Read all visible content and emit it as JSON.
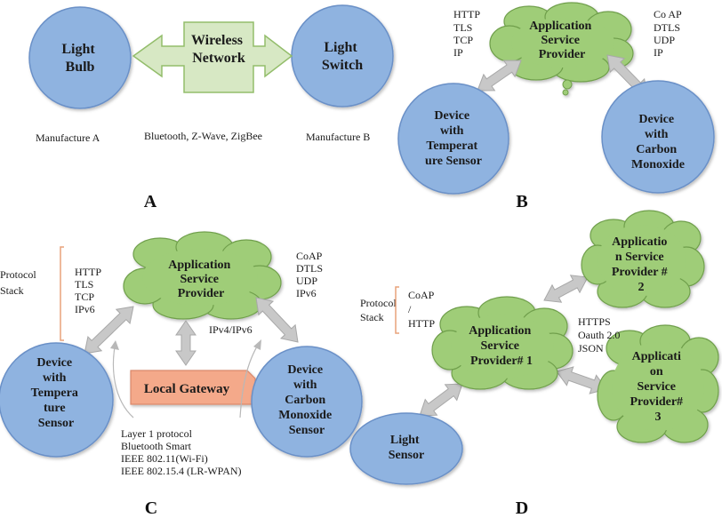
{
  "colors": {
    "circle_fill": "#8fb3e0",
    "circle_stroke": "#6a90c7",
    "cloud_fill": "#9fcd78",
    "cloud_stroke": "#6f9f4c",
    "arrow_fill": "#c8c8c8",
    "arrow_stroke": "#a8a8a8",
    "bracket": "#e8a27a",
    "gateway_fill": "#f4a98a",
    "gateway_stroke": "#d9876a",
    "net_arrow_fill": "#d7e8c4",
    "net_arrow_stroke": "#93bd6b"
  },
  "panel_a": {
    "label": "A",
    "bulb": [
      "Light",
      "Bulb"
    ],
    "switch": [
      "Light",
      "Switch"
    ],
    "network": [
      "Wireless",
      "Network"
    ],
    "manufacturer_a": "Manufacture A",
    "protocols": "Bluetooth, Z-Wave, ZigBee",
    "manufacturer_b": "Manufacture B"
  },
  "panel_b": {
    "label": "B",
    "cloud": [
      "Application",
      "Service",
      "Provider"
    ],
    "left_stack": [
      "HTTP",
      "TLS",
      "TCP",
      "IP"
    ],
    "right_stack": [
      "Co AP",
      "DTLS",
      "UDP",
      "IP"
    ],
    "temp_device": [
      "Device",
      "with",
      "Temperat",
      "ure Sensor"
    ],
    "co_device": [
      "Device",
      "with",
      "Carbon",
      "Monoxide"
    ]
  },
  "panel_c": {
    "label": "C",
    "stack_title": [
      "Protocol",
      "Stack"
    ],
    "left_stack": [
      "HTTP",
      "TLS",
      "TCP",
      "IPv6"
    ],
    "right_stack": [
      "CoAP",
      "DTLS",
      "UDP",
      "IPv6"
    ],
    "cloud": [
      "Application",
      "Service",
      "Provider"
    ],
    "ip_label": "IPv4/IPv6",
    "gateway": "Local Gateway",
    "temp_device": [
      "Device",
      "with",
      "Tempera",
      "ture",
      "Sensor"
    ],
    "co_device": [
      "Device",
      "with",
      "Carbon",
      "Monoxide",
      "Sensor"
    ],
    "layer1": [
      "Layer 1 protocol",
      "Bluetooth Smart",
      "IEEE 802.11(Wi-Fi)",
      "IEEE 802.15.4 (LR-WPAN)"
    ]
  },
  "panel_d": {
    "label": "D",
    "stack_title": [
      "Protocol",
      "Stack"
    ],
    "stack": [
      "CoAP",
      "/",
      "HTTP"
    ],
    "main_cloud": [
      "Application",
      "Service",
      "Provider# 1"
    ],
    "cloud2": [
      "Applicatio",
      "n Service",
      "Provider #",
      "2"
    ],
    "cloud3": [
      "Applicati",
      "on",
      "Service",
      "Provider#",
      "3"
    ],
    "mid_stack": [
      "HTTPS",
      "Oauth 2.0",
      "JSON"
    ],
    "sensor": [
      "Light",
      "Sensor"
    ]
  }
}
